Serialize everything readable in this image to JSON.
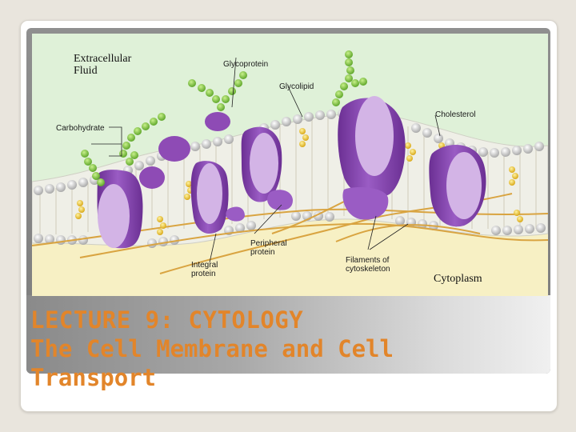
{
  "diagram": {
    "labels": {
      "extracellular": "Extracellular\nFluid",
      "glycoprotein": "Glycoprotein",
      "glycolipid": "Glycolipid",
      "cholesterol": "Cholesterol",
      "carbohydrate": "Carbohydrate",
      "peripheral_protein": "Peripheral\nprotein",
      "integral_protein": "Integral\nprotein",
      "filaments": "Filaments of\ncytoskeleton",
      "cytoplasm": "Cytoplasm"
    }
  },
  "slide": {
    "title_line1": "LECTURE 9:  CYTOLOGY",
    "title_line2": "The Cell Membrane and Cell Transport"
  },
  "colors": {
    "extracellular_bg": "#dff1d8",
    "cytoplasm_bg": "#f7f0c4",
    "protein": "#8e4bb5",
    "protein_light": "#d3b4e6",
    "lipid_head": "#c9c9c9",
    "carbohydrate": "#7ec23d",
    "cholesterol": "#efc62a",
    "filament": "#d9a441",
    "title_orange": "#e2852a"
  }
}
